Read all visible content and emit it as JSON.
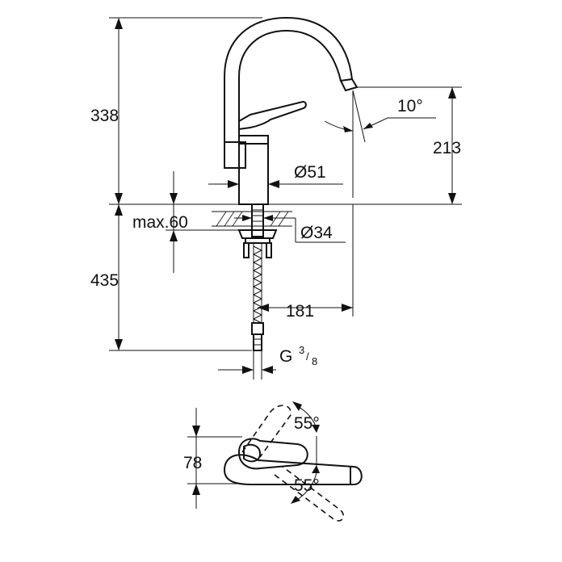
{
  "dimensions": {
    "height_above_deck": "338",
    "height_below_deck": "435",
    "spout_outlet_height": "213",
    "spout_angle": "10°",
    "body_diameter": "Ø51",
    "max_deck_thickness": "max.60",
    "hole_diameter": "Ø34",
    "spout_reach": "181",
    "connection_thread": "G",
    "connection_fraction_num": "3",
    "connection_fraction_den": "8",
    "lever_height": "78",
    "lever_angle_up": "55°",
    "lever_angle_down": "55°"
  },
  "colors": {
    "line": "#111111",
    "background": "#ffffff"
  }
}
